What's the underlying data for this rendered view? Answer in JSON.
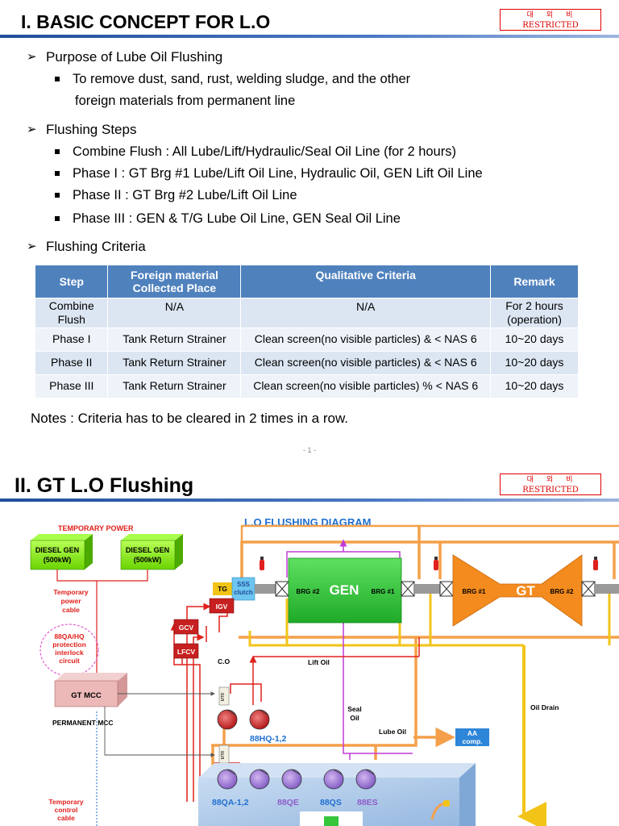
{
  "slide1": {
    "title": "I. BASIC CONCEPT FOR L.O",
    "stamp_kr": "대외비",
    "stamp_en": "RESTRICTED",
    "purpose_heading": "Purpose of Lube Oil Flushing",
    "purpose_lines": [
      "To remove dust, sand, rust, welding sludge, and the other",
      "foreign materials from permanent line"
    ],
    "steps_heading": "Flushing Steps",
    "steps": [
      "Combine Flush : All Lube/Lift/Hydraulic/Seal Oil Line (for 2 hours)",
      "Phase I : GT Brg #1 Lube/Lift Oil Line, Hydraulic Oil, GEN Lift Oil Line",
      "Phase II : GT Brg #2 Lube/Lift Oil Line",
      "Phase III : GEN & T/G Lube Oil Line, GEN Seal Oil Line"
    ],
    "criteria_heading": "Flushing Criteria",
    "table": {
      "headers": [
        "Step",
        "Foreign material Collected Place",
        "Qualitative Criteria",
        "Remark"
      ],
      "rows": [
        [
          "Combine Flush",
          "N/A",
          "N/A",
          "For 2 hours (operation)"
        ],
        [
          "Phase I",
          "Tank Return Strainer",
          "Clean screen(no visible particles) & < NAS 6",
          "10~20 days"
        ],
        [
          "Phase II",
          "Tank Return Strainer",
          "Clean screen(no visible particles) & < NAS 6",
          "10~20 days"
        ],
        [
          "Phase III",
          "Tank Return Strainer",
          "Clean screen(no visible particles) % < NAS 6",
          "10~20 days"
        ]
      ]
    },
    "notes": "Notes :  Criteria has to be cleared in 2 times in a row.",
    "page_number": "- 1 -"
  },
  "slide2": {
    "title": "II. GT L.O Flushing",
    "stamp_kr": "대외비",
    "stamp_en": "RESTRICTED",
    "diagram": {
      "title": "L.O FLUSHING DIAGRAM",
      "temporary_power": "TEMPORARY POWER",
      "diesel_gen_1": [
        "DIESEL GEN",
        "(500kW)"
      ],
      "diesel_gen_2": [
        "DIESEL GEN",
        "(500kW)"
      ],
      "temp_power_cable": [
        "Temporary",
        "power",
        "cable"
      ],
      "protection": [
        "88QA/HQ",
        "protection",
        "interlock",
        "circuit"
      ],
      "gt_mcc": "GT MCC",
      "permanent_mcc": "PERMANENT MCC",
      "temp_control_cable": [
        "Temporary",
        "control",
        "cable"
      ],
      "tg": "TG",
      "sss_clutch": [
        "SSS",
        "clutch"
      ],
      "brg2_gen": "BRG #2",
      "gen": "GEN",
      "brg1_gen": "BRG #1",
      "brg1_gt": "BRG #1",
      "gt": "GT",
      "brg2_gt": "BRG #2",
      "igv": "IGV",
      "gcv": "GCV",
      "lfcv": "LFCV",
      "co": "C.O",
      "lift_oil": "Lift Oil",
      "seal_oil": [
        "Seal",
        "Oil"
      ],
      "lube_oil": "Lube Oil",
      "oil_drain": "Oil Drain",
      "aa_comp": [
        "AA",
        "comp."
      ],
      "mtr": "MTR",
      "pump_88hq": "88HQ-1,2",
      "pump_88qa": "88QA-1,2",
      "pump_88qe": "88QE",
      "pump_88qs": "88QS",
      "pump_88es": "88ES",
      "colors": {
        "orange": "#f4a04a",
        "yellow": "#f2c418",
        "red": "#e0201c",
        "purple": "#c03bd6",
        "blue": "#1f6fd0",
        "green": "#35c63c",
        "gt": "#f48b1e"
      }
    }
  }
}
